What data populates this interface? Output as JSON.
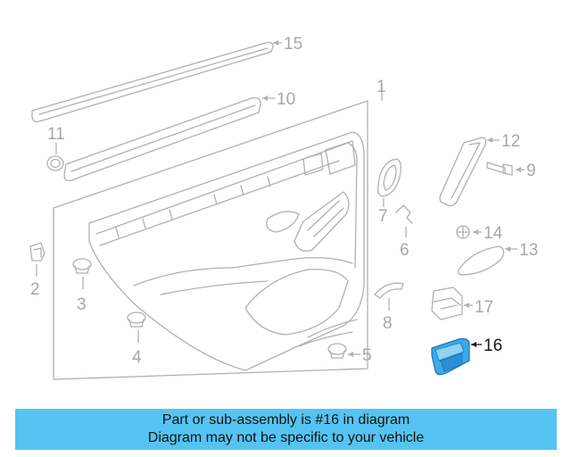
{
  "diagram": {
    "callouts": [
      {
        "id": "c1",
        "label": "1"
      },
      {
        "id": "c2",
        "label": "2"
      },
      {
        "id": "c3",
        "label": "3"
      },
      {
        "id": "c4",
        "label": "4"
      },
      {
        "id": "c5",
        "label": "5"
      },
      {
        "id": "c6",
        "label": "6"
      },
      {
        "id": "c7",
        "label": "7"
      },
      {
        "id": "c8",
        "label": "8"
      },
      {
        "id": "c9",
        "label": "9"
      },
      {
        "id": "c10",
        "label": "10"
      },
      {
        "id": "c11",
        "label": "11"
      },
      {
        "id": "c12",
        "label": "12"
      },
      {
        "id": "c13",
        "label": "13"
      },
      {
        "id": "c14",
        "label": "14"
      },
      {
        "id": "c15",
        "label": "15"
      },
      {
        "id": "c16",
        "label": "16"
      },
      {
        "id": "c17",
        "label": "17"
      }
    ],
    "highlighted_part": "16",
    "colors": {
      "highlight_fill": "#3da9e8",
      "highlight_dark": "#1a73b8",
      "outline_gray": "#b0b0b0",
      "banner_bg": "#55c4f2"
    }
  },
  "banner": {
    "line1": "Part or sub-assembly is #16 in diagram",
    "line2": "Diagram may not be specific to your vehicle"
  }
}
